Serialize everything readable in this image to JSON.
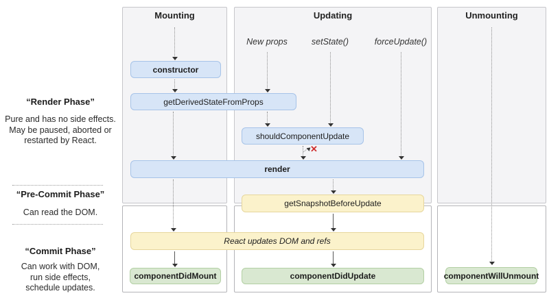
{
  "columns": {
    "mounting": {
      "title": "Mounting"
    },
    "updating": {
      "title": "Updating"
    },
    "unmounting": {
      "title": "Unmounting"
    }
  },
  "triggers": {
    "new_props": "New props",
    "set_state": "setState()",
    "force_update": "forceUpdate()"
  },
  "phases": {
    "render": {
      "title": "“Render Phase”",
      "lines": [
        "Pure and has no side effects.",
        "May be paused, aborted or",
        "restarted by React."
      ]
    },
    "pre_commit": {
      "title": "“Pre-Commit Phase”",
      "lines": [
        "Can read the DOM."
      ]
    },
    "commit": {
      "title": "“Commit Phase”",
      "lines": [
        "Can work with DOM,",
        "run side effects,",
        "schedule updates."
      ]
    }
  },
  "nodes": {
    "constructor": "constructor",
    "get_derived_state_from_props": "getDerivedStateFromProps",
    "should_component_update": "shouldComponentUpdate",
    "render": "render",
    "get_snapshot_before_update": "getSnapshotBeforeUpdate",
    "react_updates_dom": "React updates DOM and refs",
    "component_did_mount": "componentDidMount",
    "component_did_update": "componentDidUpdate",
    "component_will_unmount": "componentWillUnmount"
  },
  "markers": {
    "cancel_x": "✕"
  },
  "colors": {
    "node_blue_fill": "#d7e5f7",
    "node_yellow_fill": "#fbf2cb",
    "node_green_fill": "#d9e8d1",
    "panel_gray_fill": "#f4f4f6",
    "cancel_red": "#cf2e2e"
  }
}
